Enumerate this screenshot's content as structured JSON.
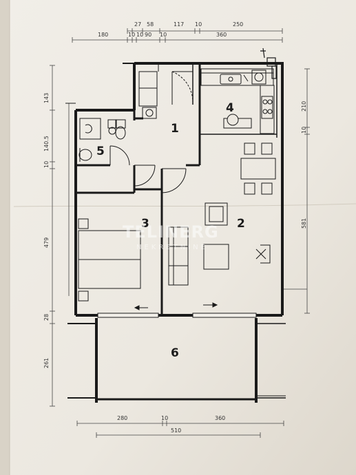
{
  "dimensions": {
    "top_row1": [
      "27",
      "58",
      "117",
      "10",
      "250"
    ],
    "top_row2": [
      "180",
      "10",
      "10",
      "90",
      "10",
      "360"
    ],
    "left": [
      "143",
      "140.5",
      "10",
      "479",
      "28",
      "261"
    ],
    "right": [
      "210",
      "10",
      "581"
    ],
    "bottom_row1": [
      "280",
      "10",
      "360"
    ],
    "bottom_row2": [
      "510"
    ]
  },
  "rooms": [
    "1",
    "2",
    "3",
    "4",
    "5",
    "6"
  ],
  "watermark": {
    "line1": "TELINERG",
    "line2": "NEKRETNINE"
  },
  "icons": {
    "stove": "cooktop-icon",
    "sink": "sink-icon",
    "toilet": "toilet-icon"
  }
}
